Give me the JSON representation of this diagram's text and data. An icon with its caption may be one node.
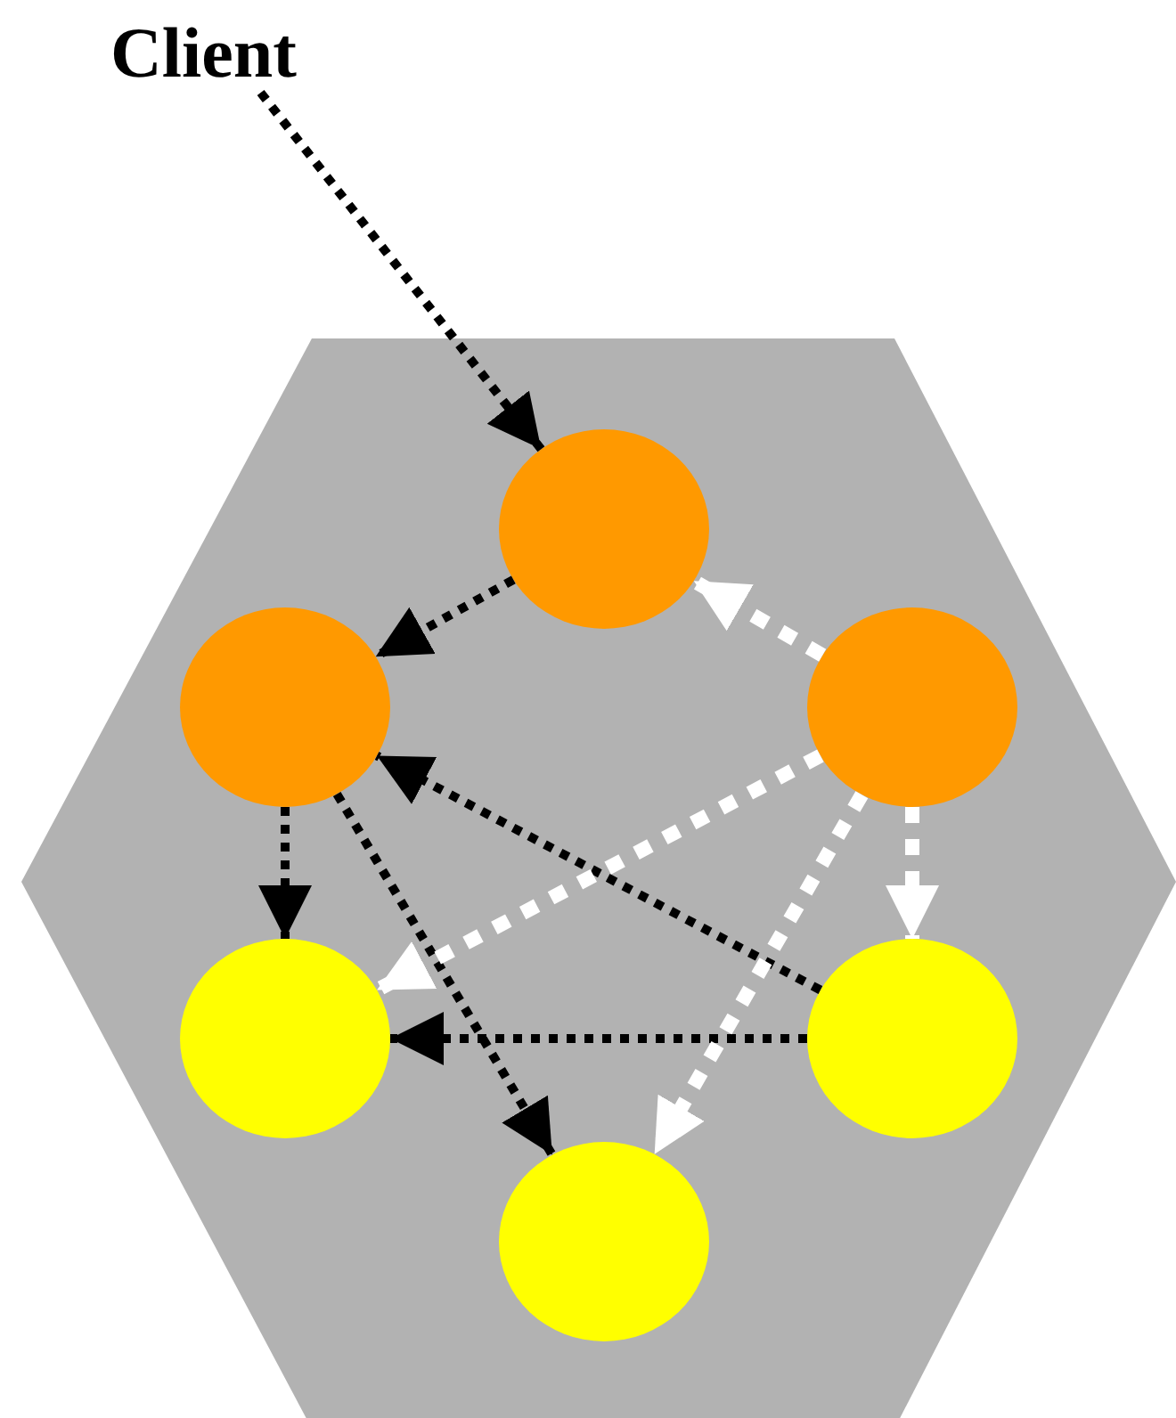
{
  "diagram": {
    "nodes": [
      {
        "text": [
          "Client"
        ]
      },
      {
        "text": [],
        "shape": "hexagon"
      },
      {
        "text": [],
        "shape": "circle",
        "in": 1
      },
      {
        "text": [],
        "shape": "circle",
        "in": 1
      },
      {
        "text": [],
        "shape": "circle",
        "in": 1
      },
      {
        "text": [],
        "shape": "circle",
        "in": 1
      },
      {
        "text": [],
        "shape": "circle",
        "in": 1
      },
      {
        "text": [],
        "shape": "circle",
        "in": 1
      }
    ],
    "edges": [
      {
        "from": 0,
        "to": 2,
        "arrow": "to",
        "style": "dashed"
      },
      {
        "from": 2,
        "to": 3,
        "arrow": "to",
        "style": "dashed"
      },
      {
        "from": 3,
        "to": 5,
        "arrow": "to",
        "style": "dashed"
      },
      {
        "from": 3,
        "to": 7,
        "arrow": "to",
        "style": "dashed"
      },
      {
        "from": 6,
        "to": 3,
        "arrow": "to",
        "style": "dashed"
      },
      {
        "from": 6,
        "to": 5,
        "arrow": "to",
        "style": "dashed"
      },
      {
        "from": 4,
        "to": 2,
        "arrow": "to",
        "style": "dashed",
        "color": "#ffffff"
      },
      {
        "from": 4,
        "to": 5,
        "arrow": "to",
        "style": "dashed",
        "color": "#ffffff"
      },
      {
        "from": 4,
        "to": 6,
        "arrow": "to",
        "style": "dashed",
        "color": "#ffffff"
      },
      {
        "from": 4,
        "to": 7,
        "arrow": "to",
        "style": "dashed",
        "color": "#ffffff"
      }
    ]
  }
}
